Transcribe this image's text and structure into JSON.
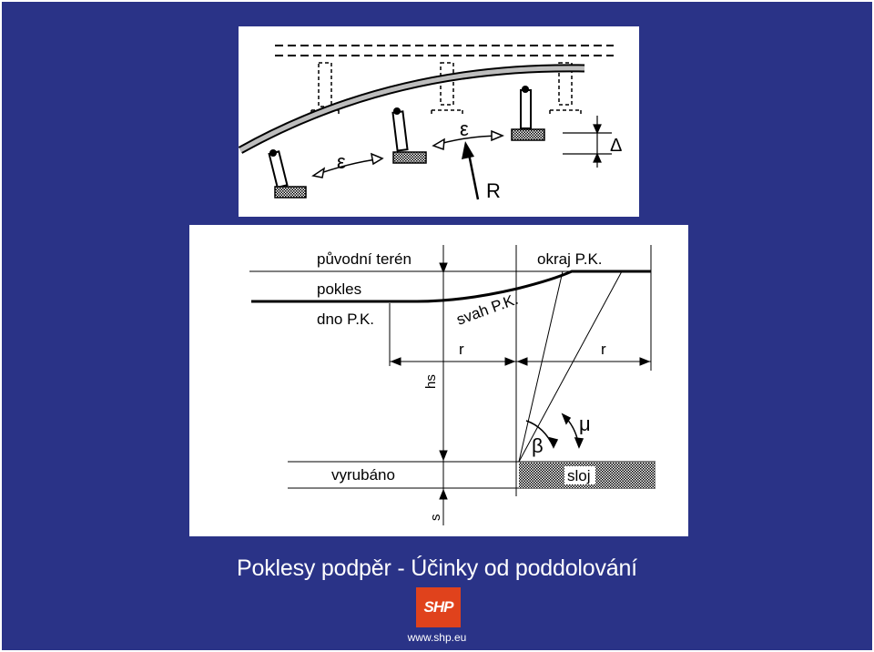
{
  "top_diagram": {
    "epsilon_left": "ε",
    "epsilon_right": "ε",
    "force": "R",
    "delta": "Δ"
  },
  "bottom_diagram": {
    "original_terrain": "původní terén",
    "edge": "okraj P.K.",
    "subsidence": "pokles",
    "bottom": "dno P.K.",
    "slope": "svah P.K.",
    "r_left": "r",
    "r_right": "r",
    "h_s": "hs",
    "beta": "β",
    "mu": "μ",
    "mined": "vyrubáno",
    "seam": "sloj",
    "s": "s"
  },
  "footer": {
    "title": "Poklesy podpěr - Účinky od poddolování",
    "logo": "SHP",
    "url": "www.shp.eu"
  }
}
